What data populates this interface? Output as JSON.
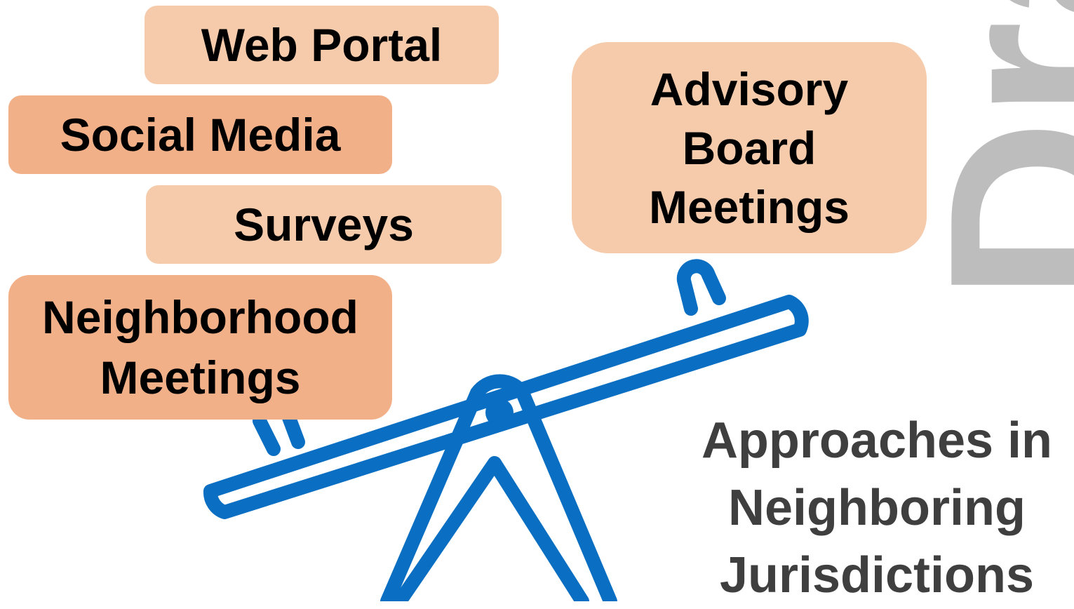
{
  "colors": {
    "light_box": "#f6cbab",
    "dark_box": "#f2b088",
    "seesaw": "#0a6fc2",
    "title_text": "#3f3f3f",
    "watermark": "#bdbdbd"
  },
  "boxes": {
    "web_portal": "Web Portal",
    "social_media": "Social Media",
    "surveys": "Surveys",
    "neighborhood_meetings": "Neighborhood\nMeetings",
    "advisory_board_meetings": "Advisory\nBoard\nMeetings"
  },
  "title": "Approaches in\nNeighboring\nJurisdictions",
  "watermark": "Draft",
  "icons": {
    "seesaw": "seesaw-icon"
  }
}
